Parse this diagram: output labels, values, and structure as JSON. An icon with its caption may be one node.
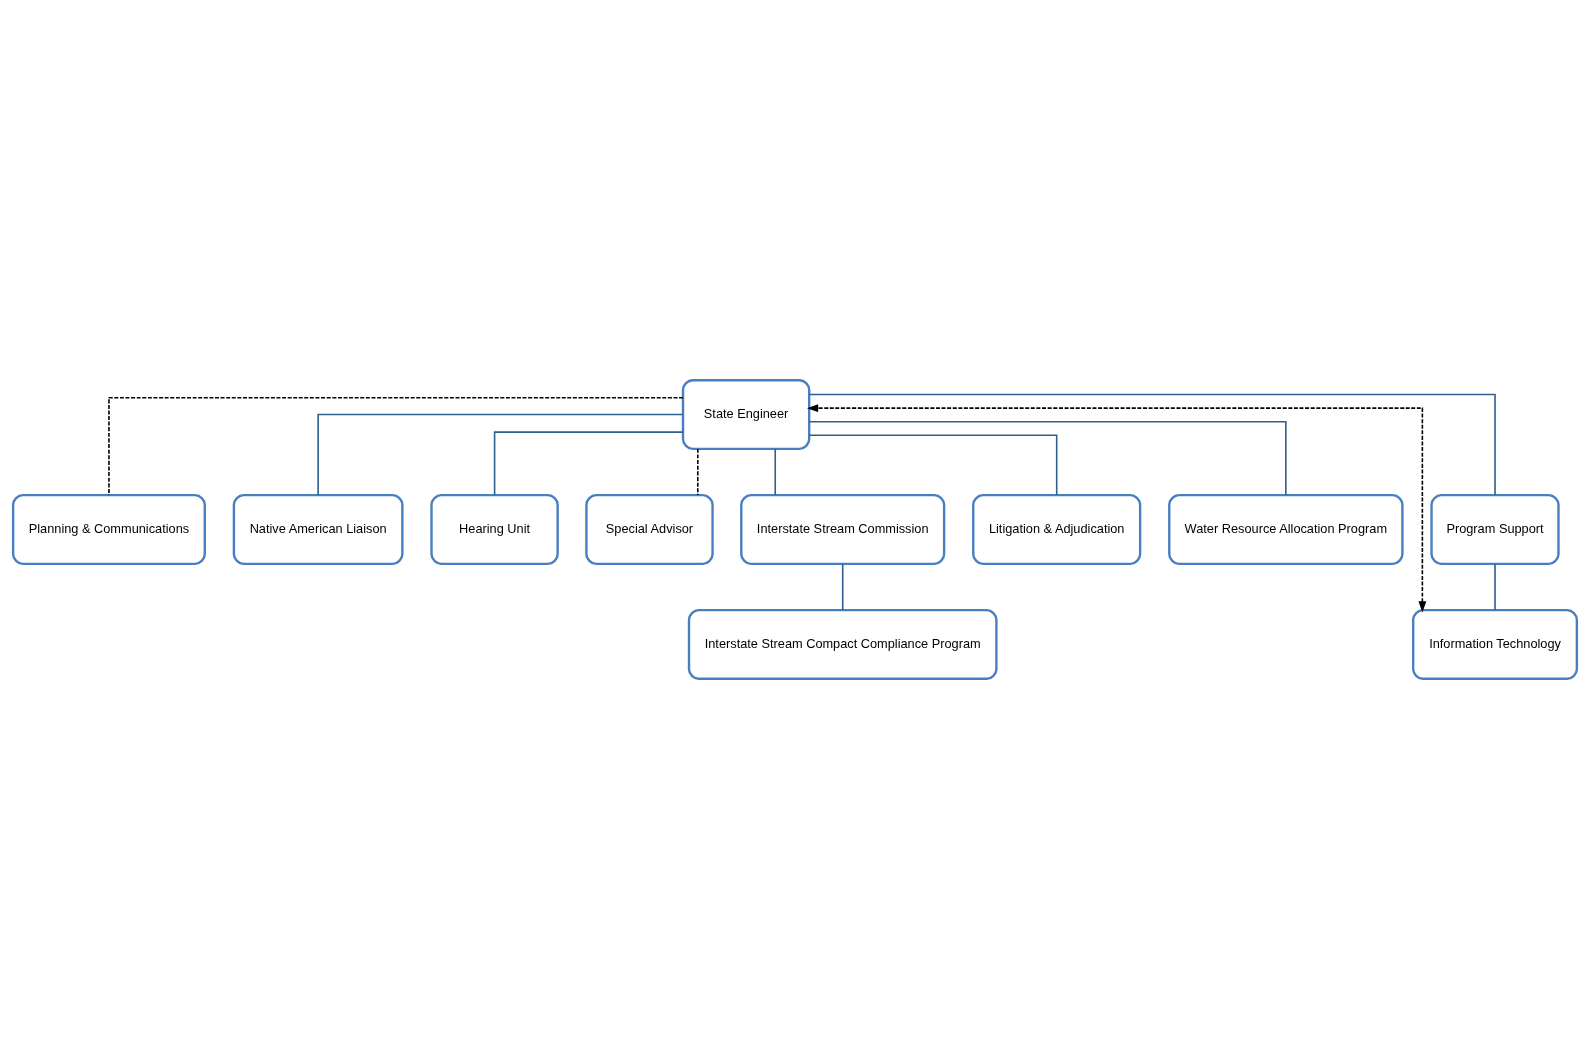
{
  "diagram": {
    "nodes": [
      {
        "text": [
          "State Engineer"
        ]
      },
      {
        "text": [
          "Planning & Communications"
        ]
      },
      {
        "text": [
          "Native American Liaison"
        ]
      },
      {
        "text": [
          "Hearing Unit"
        ]
      },
      {
        "text": [
          "Special Advisor"
        ]
      },
      {
        "text": [
          "Interstate Stream Commission"
        ]
      },
      {
        "text": [
          "Litigation & Adjudication"
        ]
      },
      {
        "text": [
          "Water Resource Allocation Program"
        ]
      },
      {
        "text": [
          "Program Support"
        ]
      },
      {
        "text": [
          "Interstate Stream Compact Compliance Program"
        ]
      },
      {
        "text": [
          "Information Technology"
        ]
      }
    ],
    "edges": [
      {
        "from": 0,
        "to": 1,
        "arrow": "none",
        "style": "dashed",
        "color": "#000000"
      },
      {
        "from": 0,
        "to": 2,
        "arrow": "none"
      },
      {
        "from": 0,
        "to": 3,
        "arrow": "none"
      },
      {
        "from": 0,
        "to": 4,
        "arrow": "none",
        "style": "dashed",
        "color": "#000000"
      },
      {
        "from": 0,
        "to": 5,
        "arrow": "none"
      },
      {
        "from": 0,
        "to": 6,
        "arrow": "none"
      },
      {
        "from": 0,
        "to": 7,
        "arrow": "none"
      },
      {
        "from": 0,
        "to": 8,
        "arrow": "none"
      },
      {
        "from": 5,
        "to": 9,
        "arrow": "none"
      },
      {
        "from": 8,
        "to": 10,
        "arrow": "none"
      },
      {
        "from": 10,
        "to": 0,
        "arrow": "both",
        "style": "dashed",
        "color": "#000000"
      }
    ]
  }
}
